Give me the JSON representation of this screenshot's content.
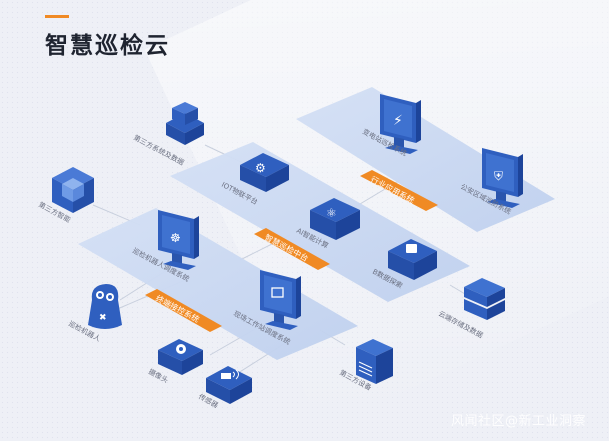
{
  "title": "智慧巡检云",
  "colors": {
    "accent": "#f08a24",
    "device_blue": "#2f5fbf",
    "platform": "#c9d8f2",
    "text": "#1f2430"
  },
  "layers": [
    {
      "banner": "行业应用系统"
    },
    {
      "banner": "智慧巡检中台"
    },
    {
      "banner": "终端接控系统"
    }
  ],
  "nodes": {
    "substation_system": {
      "label": "变电站巡检系统",
      "icon": "substation-icon"
    },
    "police_system": {
      "label": "公安区域巡防系统",
      "icon": "police-badge-icon"
    },
    "third_party_app": {
      "label": "第三方系统及数据",
      "icon": "stacked-box-icon"
    },
    "iot_platform": {
      "label": "IOT物联平台",
      "icon": "chip-icon"
    },
    "ai_compute": {
      "label": "AI智能计算",
      "icon": "atom-icon"
    },
    "third_party_platform": {
      "label": "第三方智能",
      "icon": "cube-icon"
    },
    "robot_control": {
      "label": "巡检机器人调度系统",
      "icon": "robot-icon"
    },
    "bigdata": {
      "label": "B数据探索",
      "icon": "chart-icon"
    },
    "cloud_storage": {
      "label": "云端存储及数据",
      "icon": "server-rack-icon"
    },
    "robot": {
      "label": "巡检机器人",
      "icon": "robot-figure-icon"
    },
    "workstation": {
      "label": "现场工作站调度系统",
      "icon": "monitor-icon"
    },
    "camera": {
      "label": "摄像头",
      "icon": "camera-icon"
    },
    "transmitter": {
      "label": "传感器",
      "icon": "wireless-icon"
    },
    "third_party_device": {
      "label": "第三方设备",
      "icon": "server-icon"
    }
  },
  "watermark": "风闻社区@新工业洞察"
}
